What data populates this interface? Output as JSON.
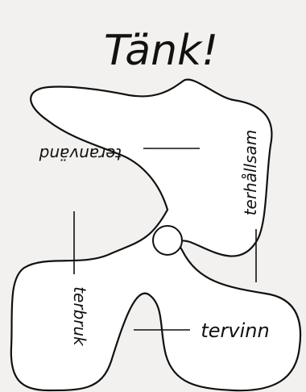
{
  "title": "Tänk!",
  "lobes": {
    "top_left": "teranvänd",
    "top_right": "terhållsam",
    "bottom_left": "terbruk",
    "bottom_right": "tervinn"
  },
  "colors": {
    "background": "#f2f1ef",
    "ink": "#111111",
    "shape_fill": "#ffffff"
  }
}
